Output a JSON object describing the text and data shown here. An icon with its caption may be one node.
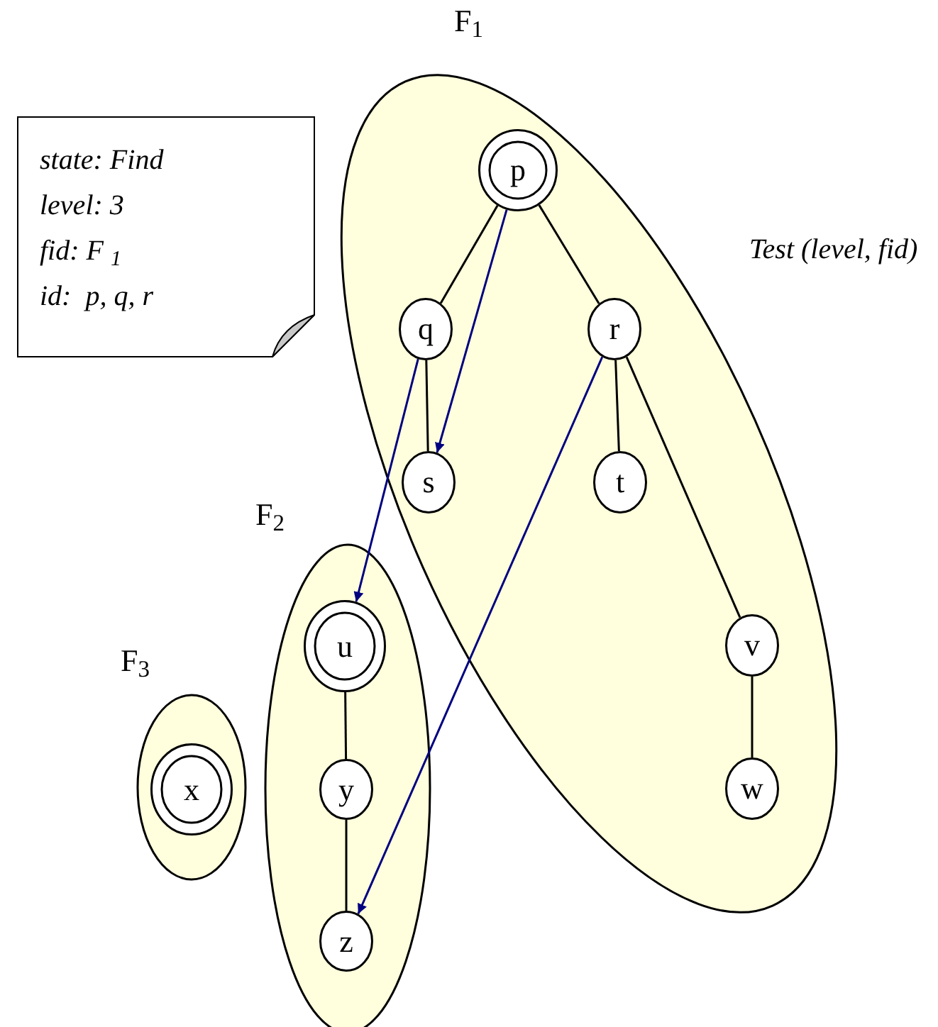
{
  "diagram": {
    "nodes": [
      {
        "text": [
          "F$_{1}$"
        ],
        "beside": [
          "Test (level, fid)"
        ]
      },
      {
        "text": [
          "p"
        ],
        "in": 0
      },
      {
        "text": [
          "q"
        ],
        "in": 0
      },
      {
        "text": [
          "r"
        ],
        "in": 0
      },
      {
        "text": [
          "s"
        ],
        "in": 0
      },
      {
        "text": [
          "t"
        ],
        "in": 0
      },
      {
        "text": [
          "v"
        ],
        "in": 0
      },
      {
        "text": [
          "w"
        ],
        "in": 0
      },
      {
        "text": [
          "F$_{2}$"
        ]
      },
      {
        "text": [
          "u"
        ],
        "in": 8
      },
      {
        "text": [
          "y"
        ],
        "in": 8
      },
      {
        "text": [
          "z"
        ],
        "in": 8
      },
      {
        "text": [
          "F$_{3}$"
        ]
      },
      {
        "text": [
          "x"
        ],
        "in": 12
      },
      {
        "text": [
          "state: Find",
          "level: 3",
          "fid: F $_{1}$",
          "id:  p, q, r"
        ]
      }
    ],
    "edges": [
      {
        "from": 1,
        "to": 2,
        "arrow": "none"
      },
      {
        "from": 1,
        "to": 3,
        "arrow": "none"
      },
      {
        "from": 2,
        "to": 4,
        "arrow": "none"
      },
      {
        "from": 3,
        "to": 5,
        "arrow": "none"
      },
      {
        "from": 3,
        "to": 6,
        "arrow": "none"
      },
      {
        "from": 6,
        "to": 7,
        "arrow": "none"
      },
      {
        "from": 9,
        "to": 10,
        "arrow": "none"
      },
      {
        "from": 10,
        "to": 11,
        "arrow": "none"
      },
      {
        "from": 1,
        "to": 4,
        "arrow": "to",
        "color": "#000080"
      },
      {
        "from": 2,
        "to": 9,
        "arrow": "to",
        "color": "#000080"
      },
      {
        "from": 3,
        "to": 11,
        "arrow": "to",
        "color": "#000080"
      }
    ]
  }
}
